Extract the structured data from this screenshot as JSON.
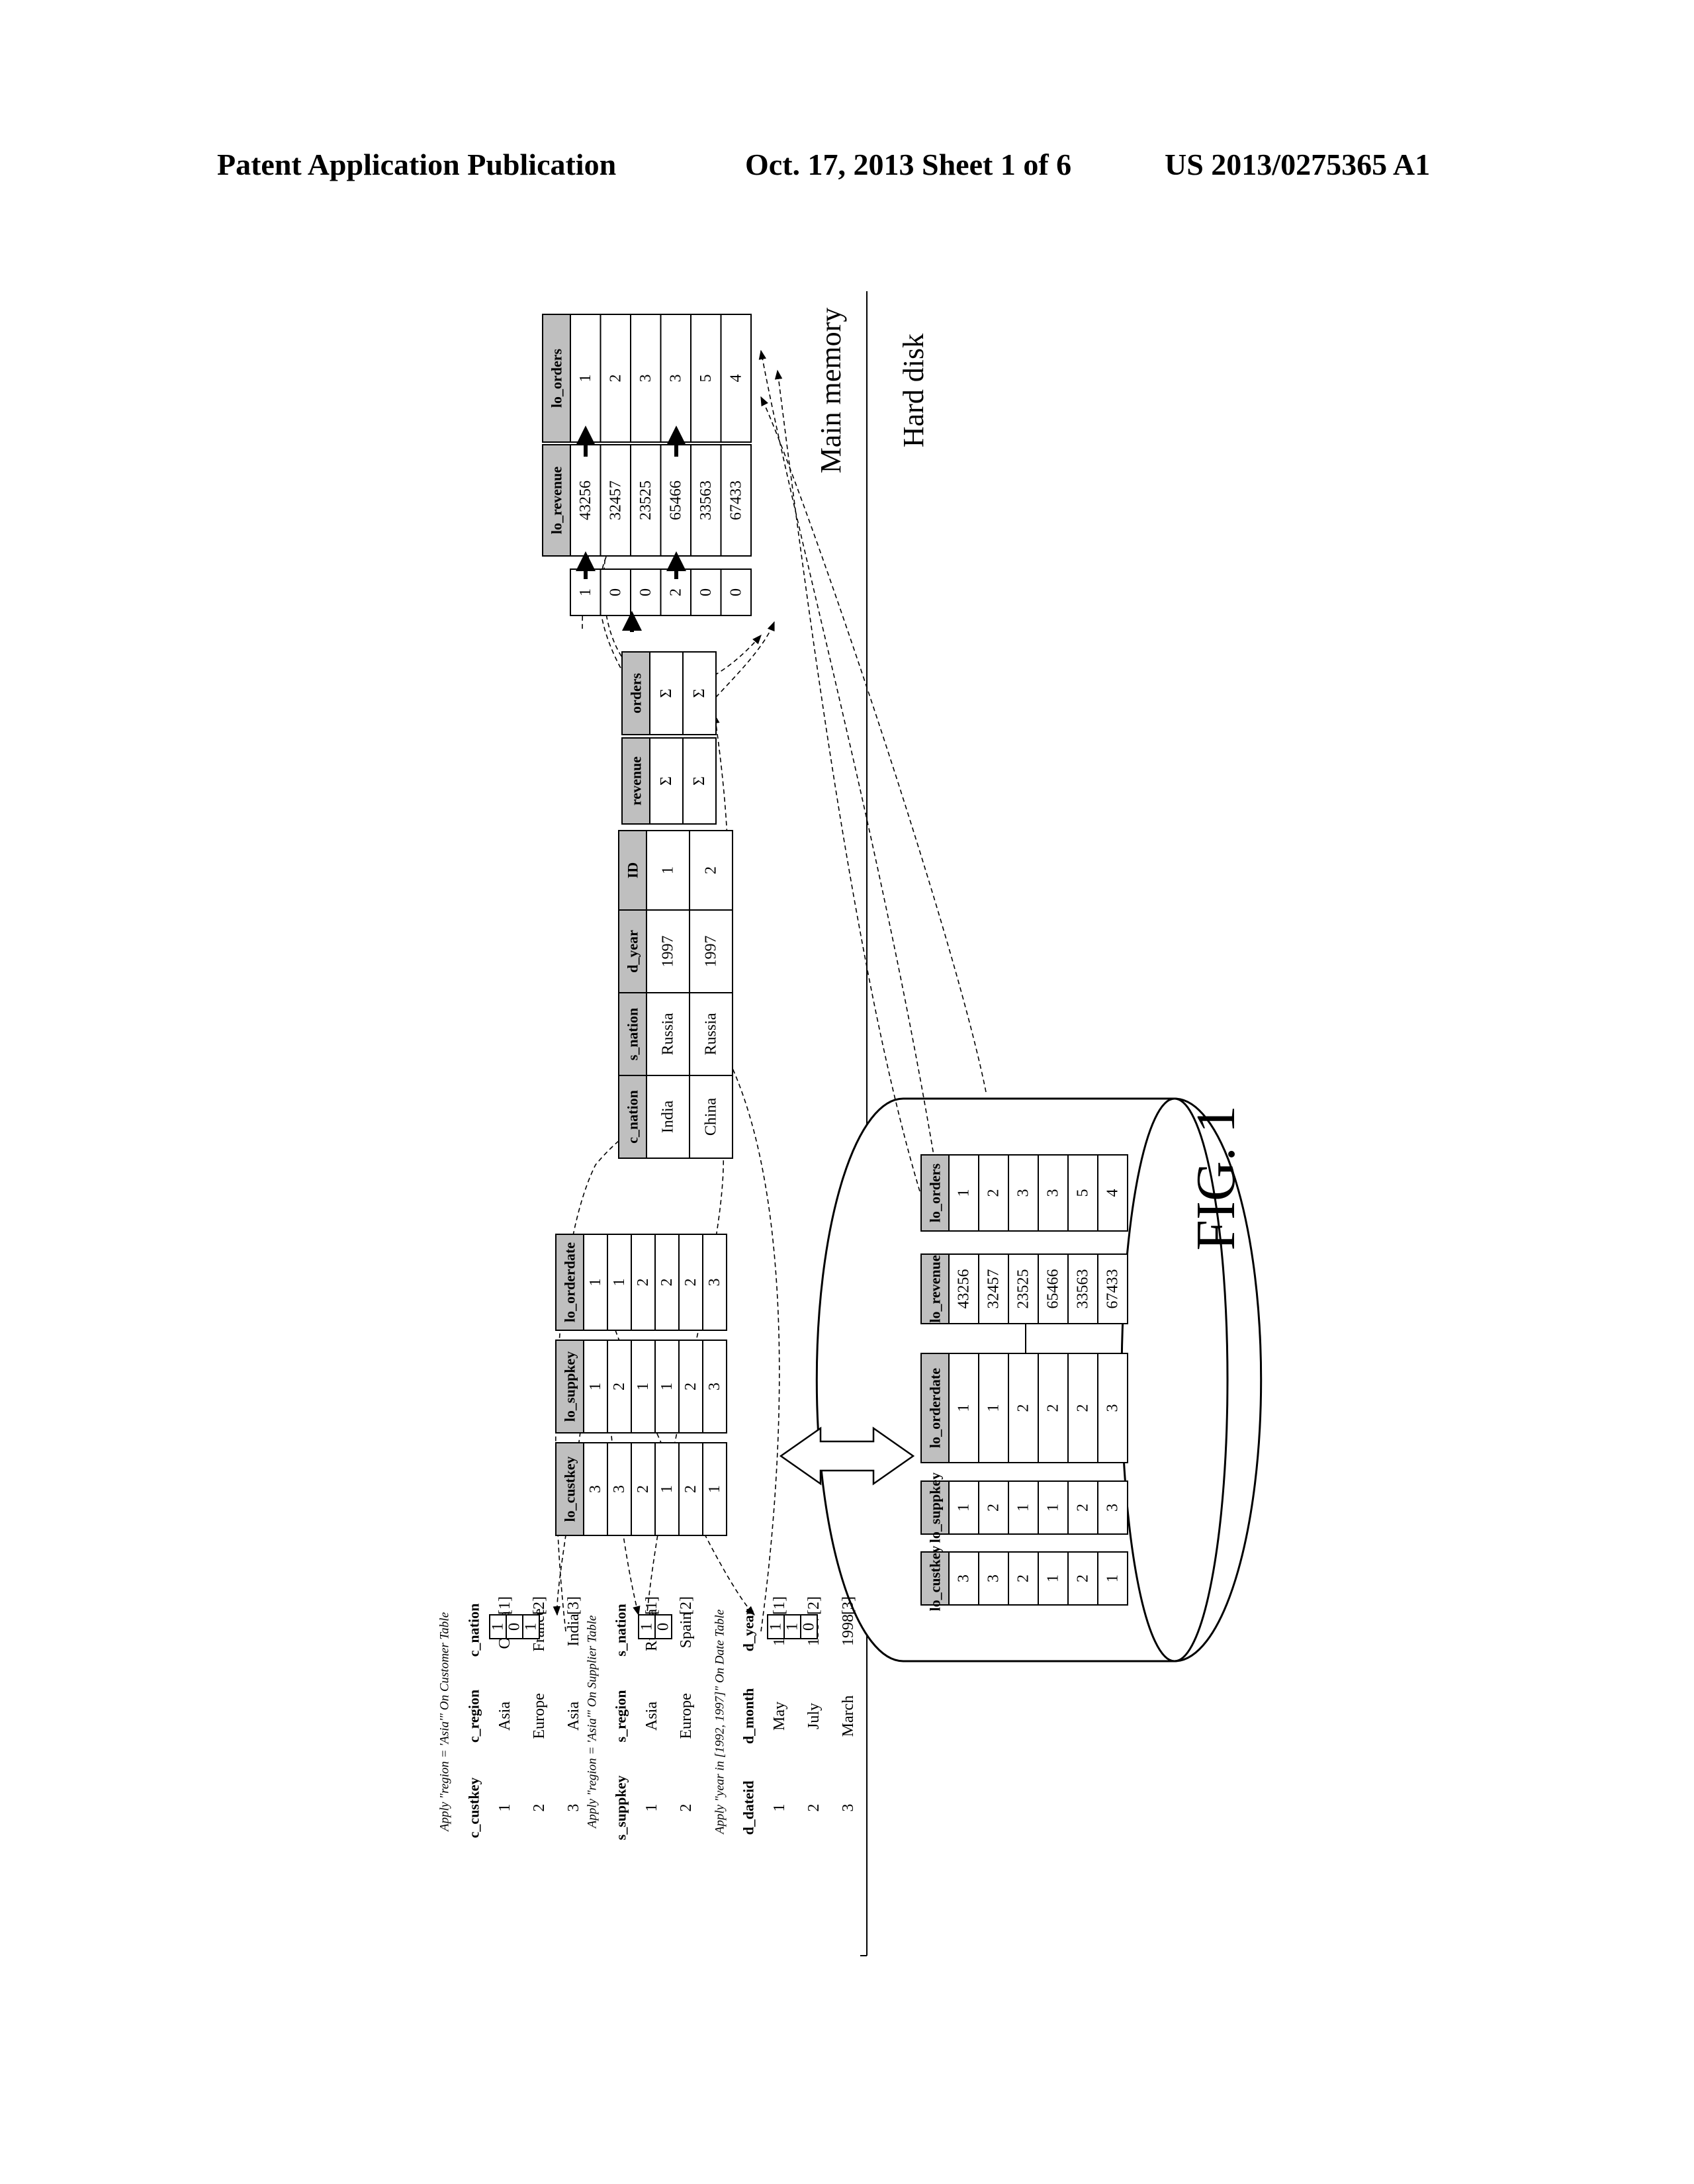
{
  "header": {
    "publication": "Patent Application Publication",
    "date_sheet": "Oct. 17, 2013   Sheet 1 of 6",
    "number": "US 2013/0275365 A1"
  },
  "figure": {
    "label": "FIG. 1",
    "main_memory": "Main memory",
    "hard_disk": "Hard disk",
    "customer": {
      "note": "Apply \"region = 'Asia'\" On Customer Table",
      "row_ids": [
        "[1]",
        "[2]",
        "[3]"
      ],
      "columns": [
        "c_custkey",
        "c_region",
        "c_nation"
      ],
      "rows": [
        [
          "1",
          "Asia",
          "China"
        ],
        [
          "2",
          "Europe",
          "France"
        ],
        [
          "3",
          "Asia",
          "India"
        ]
      ],
      "bitmap": [
        "1",
        "0",
        "1"
      ]
    },
    "supplier": {
      "note": "Apply \"region = 'Asia'\" On Supplier Table",
      "row_ids": [
        "[1]",
        "[2]"
      ],
      "columns": [
        "s_suppkey",
        "s_region",
        "s_nation"
      ],
      "rows": [
        [
          "1",
          "Asia",
          "Russia"
        ],
        [
          "2",
          "Europe",
          "Spain"
        ]
      ],
      "bitmap": [
        "1",
        "0"
      ]
    },
    "date": {
      "note": "Apply \"year in [1992, 1997]\" On Date Table",
      "row_ids": [
        "[1]",
        "[2]",
        "[3]"
      ],
      "columns": [
        "d_dateid",
        "d_month",
        "d_year"
      ],
      "rows": [
        [
          "1",
          "May",
          "1997"
        ],
        [
          "2",
          "July",
          "1997"
        ],
        [
          "3",
          "March",
          "1998"
        ]
      ],
      "bitmap": [
        "1",
        "1",
        "0"
      ]
    },
    "memory_fk": {
      "columns": [
        "lo_custkey",
        "lo_suppkey",
        "lo_orderdate"
      ],
      "values": [
        [
          "3",
          "1",
          "1"
        ],
        [
          "3",
          "2",
          "1"
        ],
        [
          "2",
          "1",
          "2"
        ],
        [
          "1",
          "1",
          "2"
        ],
        [
          "2",
          "2",
          "2"
        ],
        [
          "1",
          "3",
          "3"
        ]
      ]
    },
    "group_table": {
      "columns": [
        "c_nation",
        "s_nation",
        "d_year",
        "ID"
      ],
      "rows": [
        [
          "India",
          "Russia",
          "1997",
          "1"
        ],
        [
          "China",
          "Russia",
          "1997",
          "2"
        ]
      ]
    },
    "aggregates": {
      "columns": [
        "revenue",
        "orders"
      ],
      "rows": [
        [
          "Σ",
          "Σ"
        ],
        [
          "Σ",
          "Σ"
        ]
      ]
    },
    "group_vector": [
      "1",
      "0",
      "0",
      "2",
      "0",
      "0"
    ],
    "memory_measures": {
      "columns": [
        "lo_revenue",
        "lo_orders"
      ],
      "values": [
        [
          "43256",
          "1"
        ],
        [
          "32457",
          "2"
        ],
        [
          "23525",
          "3"
        ],
        [
          "65466",
          "3"
        ],
        [
          "33563",
          "5"
        ],
        [
          "67433",
          "4"
        ]
      ]
    },
    "disk": {
      "columns": [
        "lo_custkey",
        "lo_suppkey",
        "lo_orderdate",
        "lo_revenue",
        "lo_orders"
      ],
      "values": [
        [
          "3",
          "1",
          "1",
          "43256",
          "1"
        ],
        [
          "3",
          "2",
          "1",
          "32457",
          "2"
        ],
        [
          "2",
          "1",
          "2",
          "23525",
          "3"
        ],
        [
          "1",
          "1",
          "2",
          "65466",
          "3"
        ],
        [
          "2",
          "2",
          "2",
          "33563",
          "5"
        ],
        [
          "1",
          "3",
          "3",
          "67433",
          "4"
        ]
      ]
    }
  }
}
